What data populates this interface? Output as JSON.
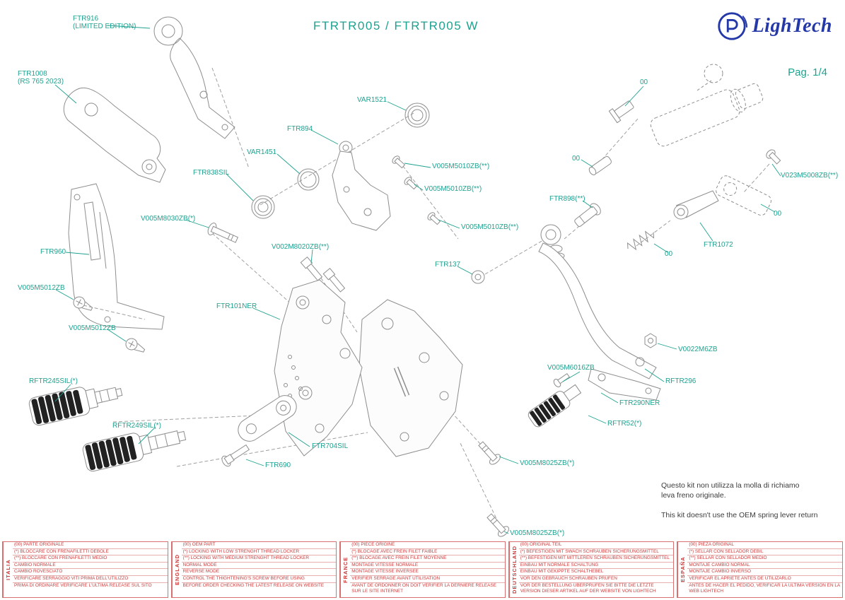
{
  "title": "FTRTR005 / FTRTR005 W",
  "page_number": "Pag. 1/4",
  "logo": {
    "brand": "LighTech"
  },
  "colors": {
    "accent_teal": "#1EA290",
    "logo_blue": "#2438A8",
    "footer_red": "#CC3B3B",
    "drawing_gray": "#8E8E8E"
  },
  "notes": {
    "it_line1": "Questo kit non utilizza la molla di richiamo",
    "it_line2": "leva freno originale.",
    "en": "This kit doesn't use the OEM spring lever return"
  },
  "labels": [
    {
      "text": "FTR916",
      "sub": "(LIMITED EDITION)"
    },
    {
      "text": "FTR1008",
      "sub": "(RS 765 2023)"
    },
    {
      "text": "VAR1521"
    },
    {
      "text": "FTR894"
    },
    {
      "text": "VAR1451"
    },
    {
      "text": "FTR838SIL"
    },
    {
      "text": "V005M5010ZB(**)"
    },
    {
      "text": "V005M5010ZB(**)"
    },
    {
      "text": "V005M5010ZB(**)"
    },
    {
      "text": "V005M8030ZB(*)"
    },
    {
      "text": "FTR960"
    },
    {
      "text": "V002M8020ZB(**)"
    },
    {
      "text": "V005M5012ZB"
    },
    {
      "text": "V005M5012ZB"
    },
    {
      "text": "FTR101NER"
    },
    {
      "text": "FTR137"
    },
    {
      "text": "FTR898(**)"
    },
    {
      "text": "00"
    },
    {
      "text": "00"
    },
    {
      "text": "V023M5008ZB(**)"
    },
    {
      "text": "00"
    },
    {
      "text": "FTR1072"
    },
    {
      "text": "00"
    },
    {
      "text": "V0022M6ZB"
    },
    {
      "text": "V005M6016ZB"
    },
    {
      "text": "RFTR296"
    },
    {
      "text": "FTR290NER"
    },
    {
      "text": "RFTR52(*)"
    },
    {
      "text": "RFTR245SIL(*)"
    },
    {
      "text": "RFTR249SIL(*)"
    },
    {
      "text": "FTR704SIL"
    },
    {
      "text": "FTR690"
    },
    {
      "text": "V005M8025ZB(*)"
    },
    {
      "text": "V005M8025ZB(*)"
    }
  ],
  "footer": [
    {
      "country": "ITALIA",
      "lines": [
        "(00) PARTE ORIGINALE",
        "(*) BLOCCARE CON FRENAFILETTI DEBOLE",
        "(**) BLOCCARE CON FRENAFILETTI MEDIO",
        "CAMBIO NORMALE",
        "CAMBIO ROVESCIATO",
        "VERIFICARE SERRAGGIO VITI PRIMA DELL'UTILIZZO",
        "PRIMA DI ORDINARE VERIFICARE L'ULTIMA RELEASE SUL SITO"
      ]
    },
    {
      "country": "ENGLAND",
      "lines": [
        "(00) OEM PART",
        "(*) LOCKING WITH LOW STRENGHT THREAD LOCKER",
        "(**) LOCKING WITH MEDIUM STRENGHT THREAD LOCKER",
        "NORMAL MODE",
        "REVERSE MODE",
        "CONTROL THE THIGHTENING'S SCREW BEFORE USING",
        "BEFORE ORDER CHECKING THE LATEST RELEASE ON WEBSITE"
      ]
    },
    {
      "country": "FRANCE",
      "lines": [
        "(00) PIECE ORIGINE",
        "(*) BLOCAGE AVEC FREIN FILET FAIBLE",
        "(**) BLOCAGE AVEC FREIN FILET MOYENNE",
        "MONTAGE VITESSE NORMALE",
        "MONTAGE VITESSE INVERSEE",
        "VERIFIER SERRAGE AVANT UTILISATION",
        "AVANT DE ORDONNER ON DOIT VERIFIER LA DERNIERE RELEASE SUR LE SITE INTERNET"
      ]
    },
    {
      "country": "DEUTSCHLAND",
      "lines": [
        "(00) ORIGINAL TEIL",
        "(*) BEFESTIGEN MIT SWACH SCHRAUBEN SICHERUNGSMITTEL",
        "(**) BEFESTIGEN MIT MITTLEREN SCHRAUBEN SICHERUNGSMITTEL",
        "EINBAU MIT NORMALE SCHALTUNG",
        "EINBAU MIT GEKIPPTE SCHALTHEBEL",
        "VOR DEN GEBRAUCH SCHRAUBEN PRÜFEN",
        "VOR DER BESTELLUNG ÜBERPRÜFEN SIE BITTE DIE LETZTE VERSION DIESER ARTIKEL AUF DER WEBSITE VON LIGHTECH"
      ]
    },
    {
      "country": "ESPAÑA",
      "lines": [
        "(00) PIEZA ORIGINAL",
        "(*) SELLAR CON SELLADOR DEBIL",
        "(**) SELLAR CON SELLADOR MEDIO",
        "MONTAJE CAMBIO NORMAL",
        "MONTAJE CAMBIO INVERSO",
        "VERIFICAR EL APRIETE ANTES DE UTILIZARLO",
        "ANTES DE HACER EL PEDIDO, VERIFICAR LA ULTIMA VERSION EN LA WEB LIGHTECH"
      ]
    }
  ]
}
